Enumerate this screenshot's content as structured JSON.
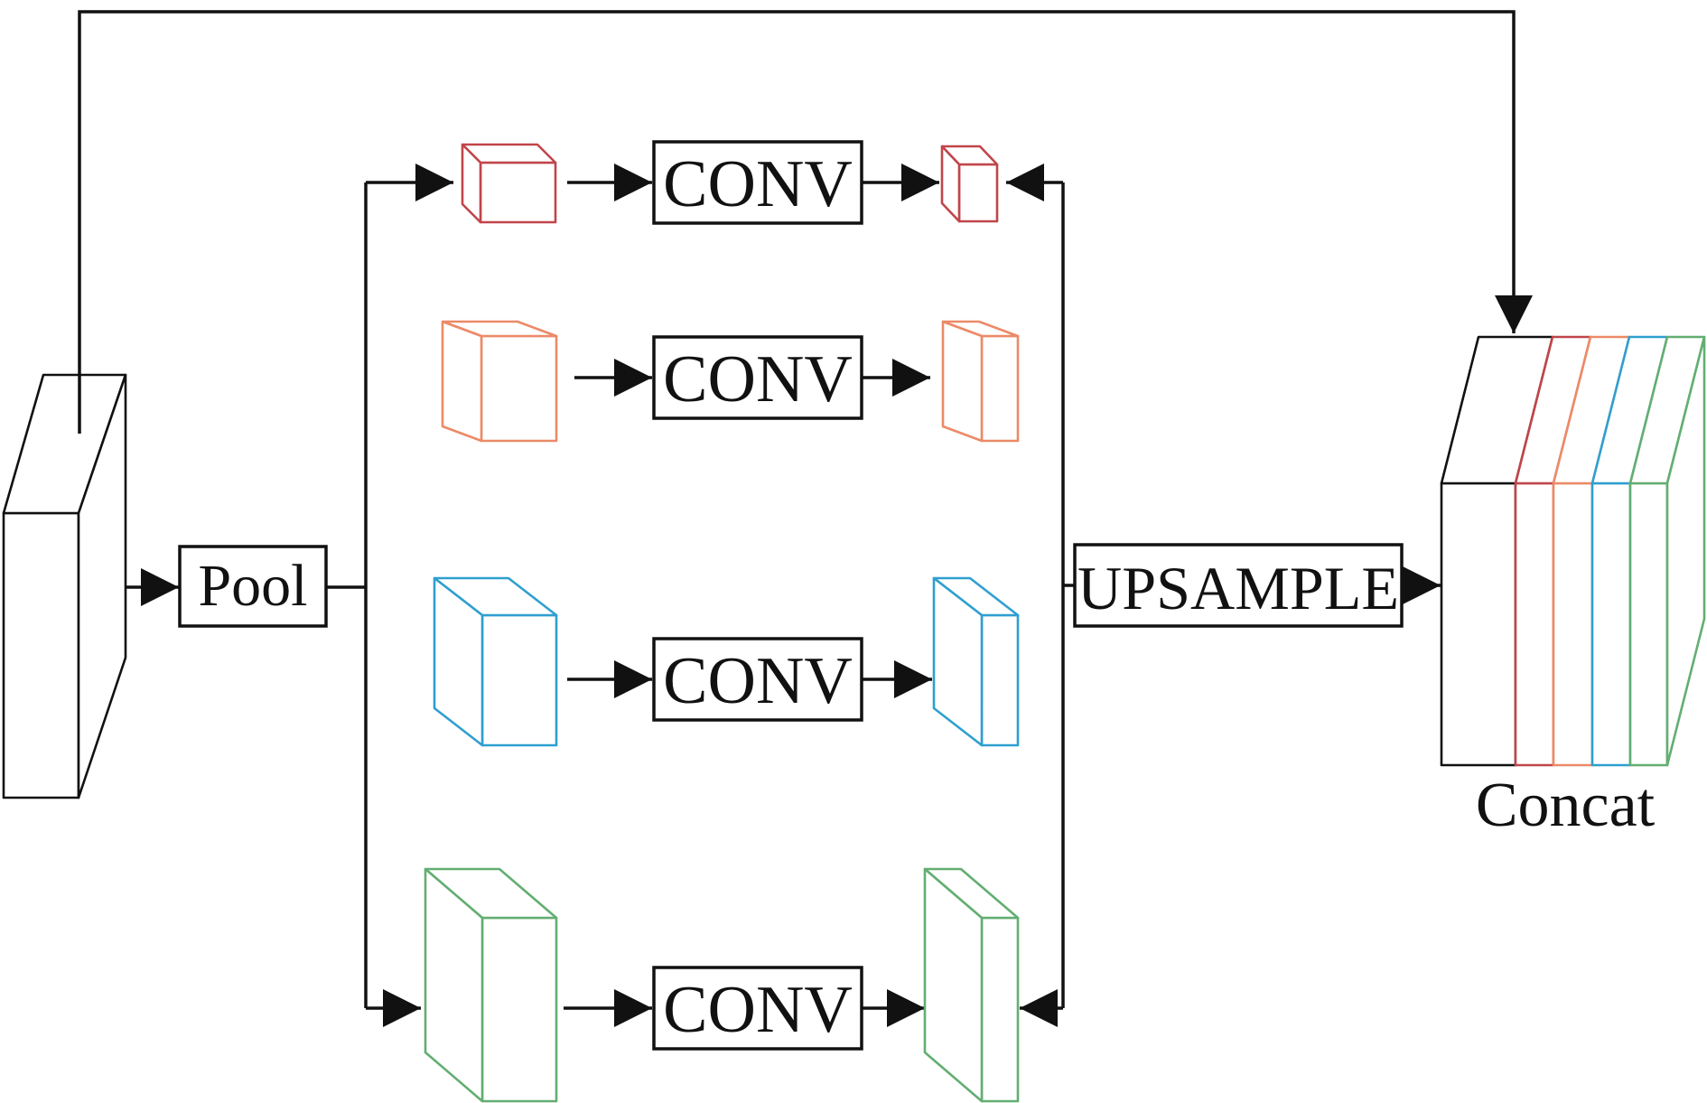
{
  "labels": {
    "pool": "Pool",
    "conv": "CONV",
    "upsample": "UPSAMPLE",
    "concat": "Concat"
  },
  "colors": {
    "line": "#111111",
    "branch_red": "#c0454a",
    "branch_orange": "#ec8a68",
    "branch_blue": "#2f9fd0",
    "branch_green": "#63ae72"
  },
  "branches": [
    {
      "name": "red",
      "color": "#c0454a"
    },
    {
      "name": "orange",
      "color": "#ec8a68"
    },
    {
      "name": "blue",
      "color": "#2f9fd0"
    },
    {
      "name": "green",
      "color": "#63ae72"
    }
  ]
}
